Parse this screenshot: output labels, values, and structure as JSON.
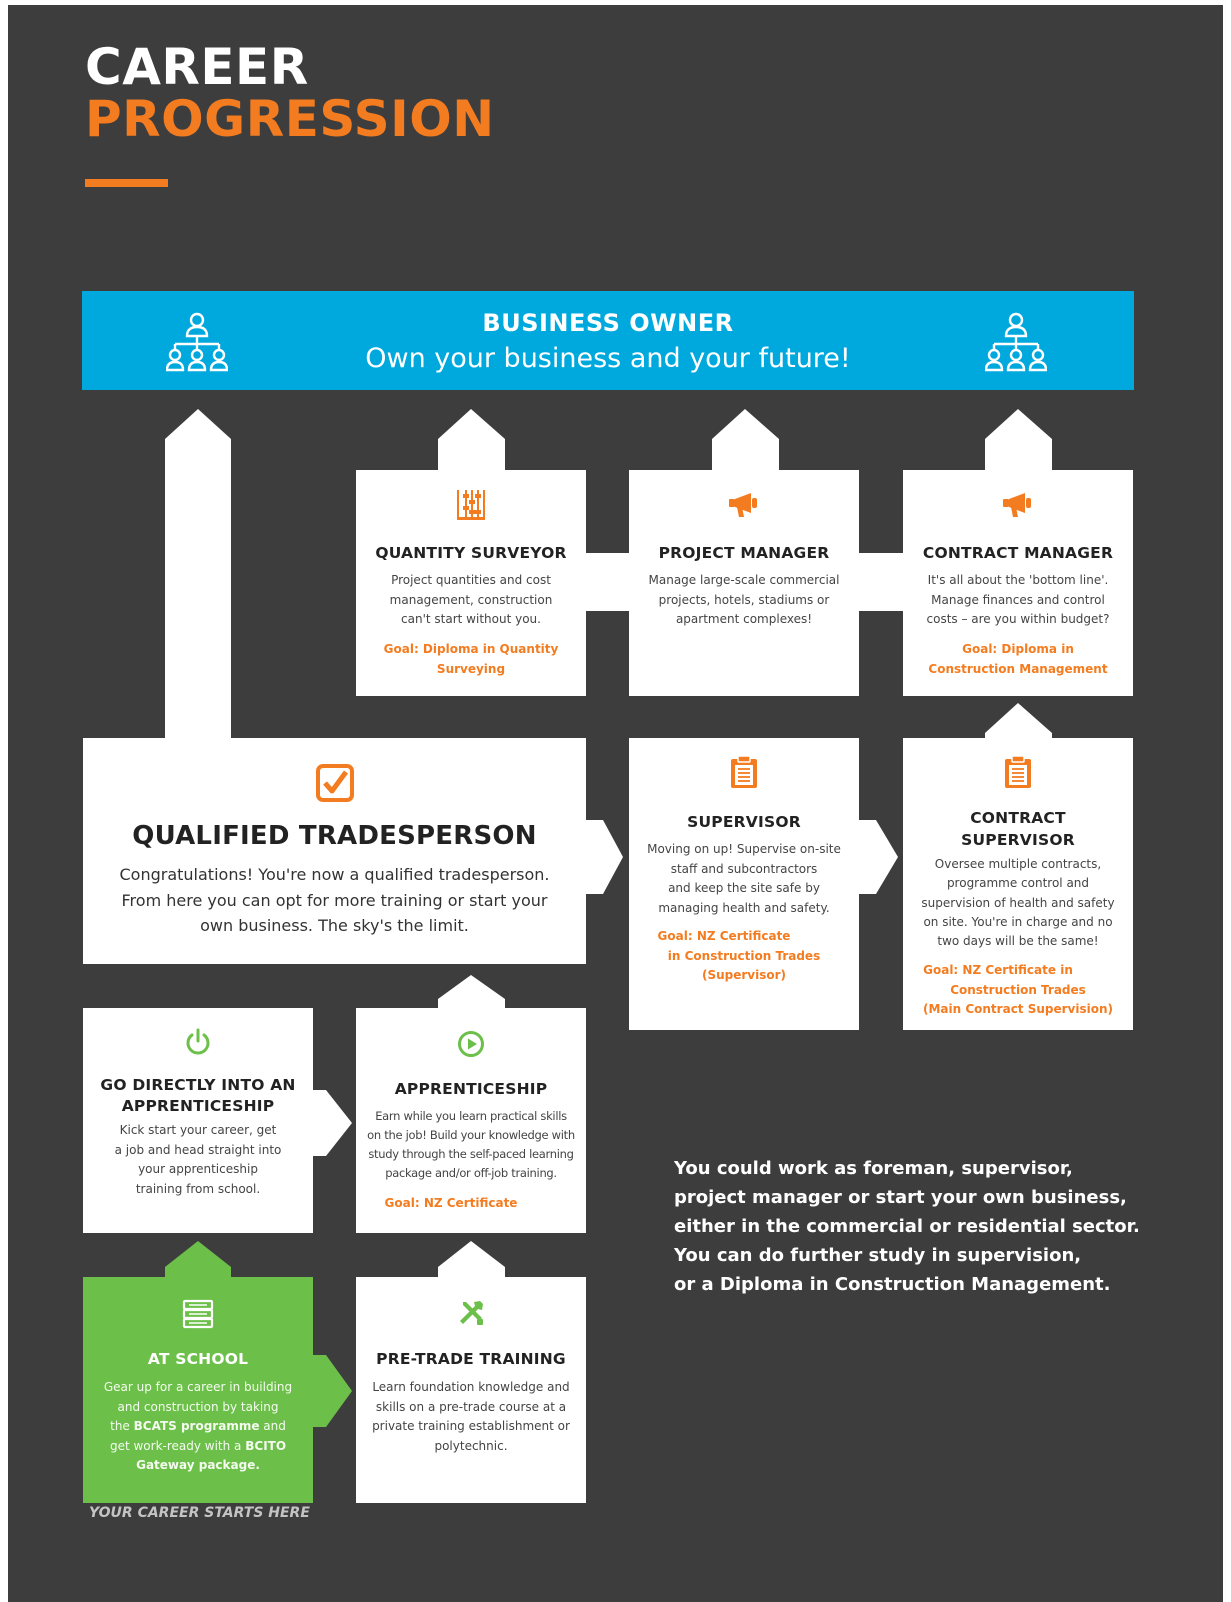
{
  "title": {
    "line1": "CAREER",
    "line2": "PROGRESSION"
  },
  "colors": {
    "background": "#3d3d3d",
    "accent": "#f47c20",
    "banner": "#00a9dd",
    "school": "#6cc04a",
    "card": "#ffffff"
  },
  "banner": {
    "title": "BUSINESS OWNER",
    "subtitle": "Own your business and your future!",
    "icon": "org-chart-icon"
  },
  "nodes": {
    "quantity_surveyor": {
      "title": "QUANTITY SURVEYOR",
      "desc": [
        "Project quantities and cost",
        "management, construction",
        "can't start without you."
      ],
      "goal": [
        "Goal: Diploma in Quantity",
        "Surveying"
      ],
      "icon": "abacus-icon"
    },
    "project_manager": {
      "title": "PROJECT MANAGER",
      "desc": [
        "Manage large-scale commercial",
        "projects, hotels, stadiums or",
        "apartment complexes!"
      ],
      "icon": "megaphone-icon"
    },
    "contract_manager": {
      "title": "CONTRACT MANAGER",
      "desc": [
        "It's all about the 'bottom line'.",
        "Manage finances and control",
        "costs – are you within budget?"
      ],
      "goal": [
        "Goal: Diploma in",
        "Construction Management"
      ],
      "icon": "megaphone-icon"
    },
    "qualified_tradesperson": {
      "title": "QUALIFIED TRADESPERSON",
      "desc": [
        "Congratulations! You're now a qualified tradesperson.",
        "From here you can opt for more training or start your",
        "own business. The sky's the limit."
      ],
      "icon": "checkbox-icon"
    },
    "supervisor": {
      "title": "SUPERVISOR",
      "desc": [
        "Moving on up! Supervise on-site",
        "staff and subcontractors",
        "and keep the site safe by",
        "managing health and safety."
      ],
      "goal": [
        "Goal: NZ Certificate",
        "in Construction Trades",
        "(Supervisor)"
      ],
      "icon": "clipboard-icon"
    },
    "contract_supervisor": {
      "title": [
        "CONTRACT",
        "SUPERVISOR"
      ],
      "desc": [
        "Oversee multiple contracts,",
        "programme control and",
        "supervision of health and safety",
        "on site. You're in charge and no",
        "two days will be the same!"
      ],
      "goal": [
        "Goal: NZ Certificate in",
        "Construction Trades",
        "(Main Contract Supervision)"
      ],
      "icon": "clipboard-icon"
    },
    "go_directly": {
      "title": [
        "GO DIRECTLY INTO AN",
        "APPRENTICESHIP"
      ],
      "desc": [
        "Kick start your career, get",
        "a job and head straight into",
        "your apprenticeship",
        "training from school."
      ],
      "icon": "power-icon"
    },
    "apprenticeship": {
      "title": "APPRENTICESHIP",
      "desc": [
        "Earn while you learn practical skills",
        "on the job! Build your knowledge with",
        "study through the self-paced learning",
        "package and/or off-job training."
      ],
      "goal": [
        "Goal: NZ Certificate"
      ],
      "icon": "play-icon"
    },
    "at_school": {
      "title": "AT SCHOOL",
      "desc": [
        "Gear up for a career in building",
        "and construction by taking",
        "the ",
        "BCATS programme",
        " and",
        "get work-ready with a ",
        "BCITO",
        "Gateway package",
        "."
      ],
      "icon": "books-icon"
    },
    "pre_trade": {
      "title": "PRE-TRADE TRAINING",
      "desc": [
        "Learn foundation knowledge and",
        "skills on a pre-trade course at a",
        "private training establishment or",
        "polytechnic."
      ],
      "icon": "tools-icon"
    }
  },
  "side_text": [
    "You could work as foreman, supervisor,",
    "project manager or start your own business,",
    "either in the commercial or residential sector.",
    "You can do further study in supervision,",
    "or a Diploma in Construction Management."
  ],
  "career_starts": "YOUR CAREER STARTS HERE"
}
